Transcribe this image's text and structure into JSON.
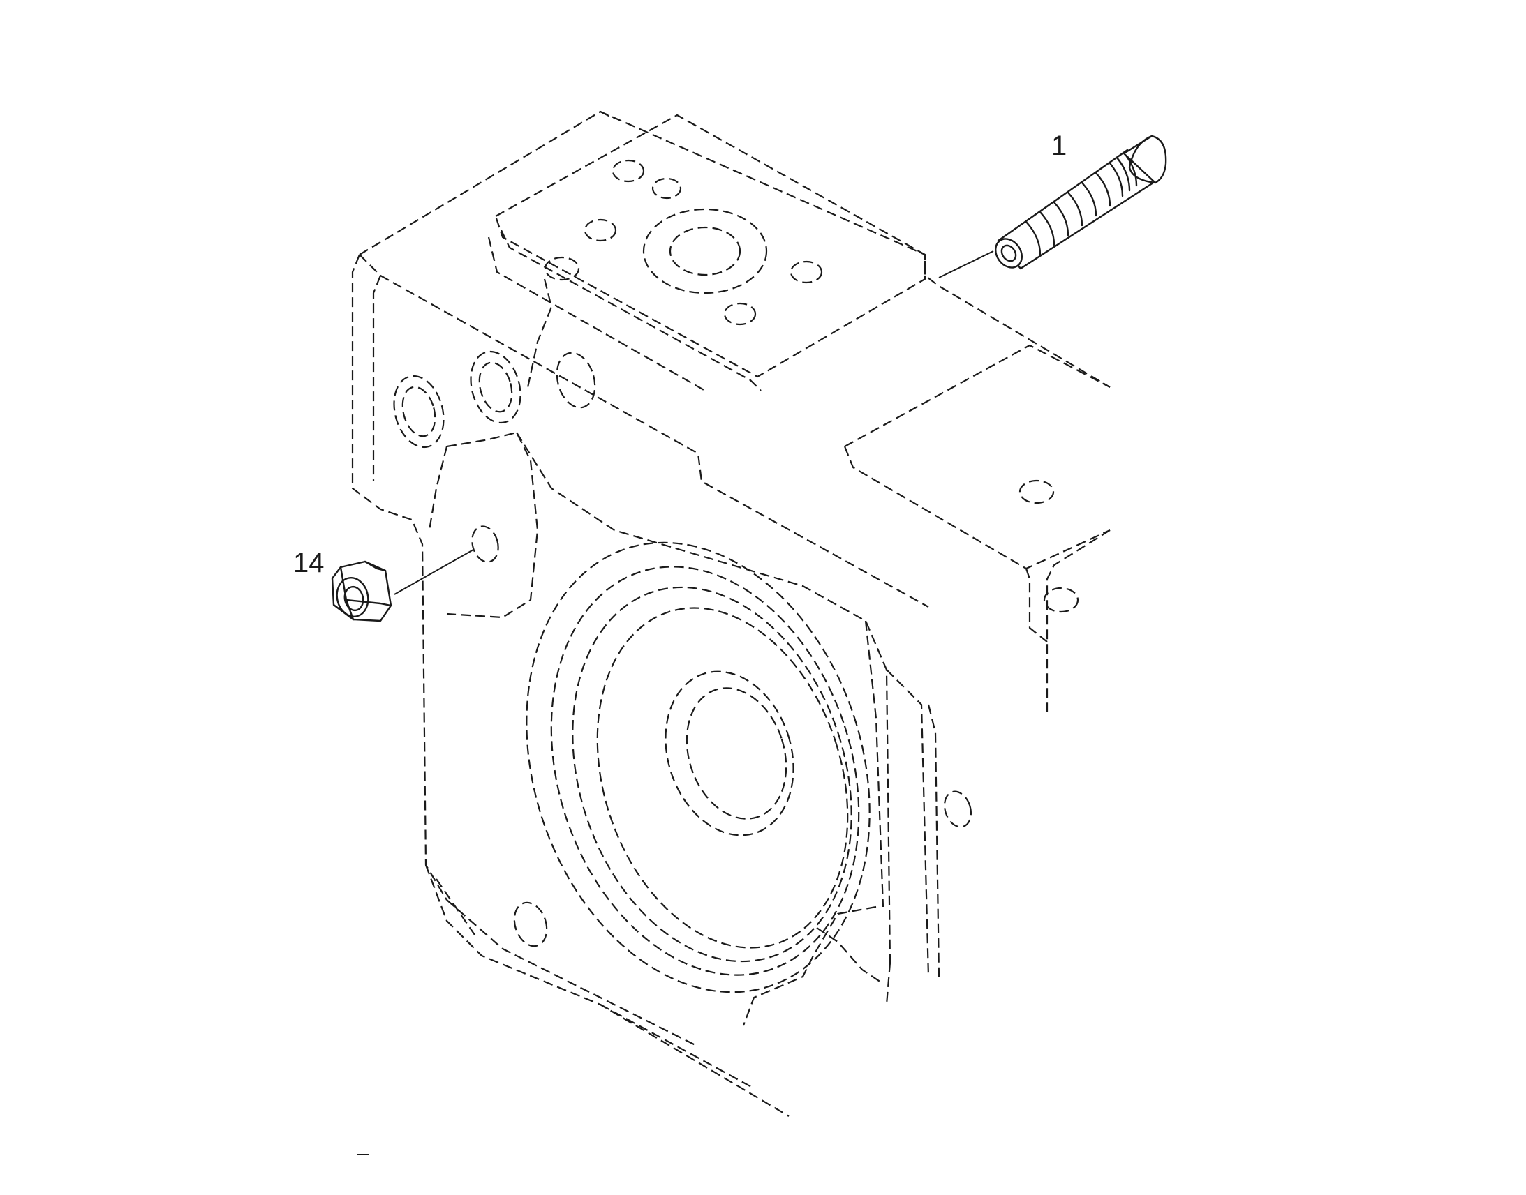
{
  "callouts": [
    {
      "id": "callout-1",
      "text": "1"
    },
    {
      "id": "callout-14",
      "text": "14"
    }
  ],
  "parts": [
    {
      "callout": "1",
      "icon": "stud-icon"
    },
    {
      "callout": "14",
      "icon": "hex-nut-icon"
    }
  ],
  "colors": {
    "line": "#1a1a1a",
    "background": "#ffffff"
  }
}
